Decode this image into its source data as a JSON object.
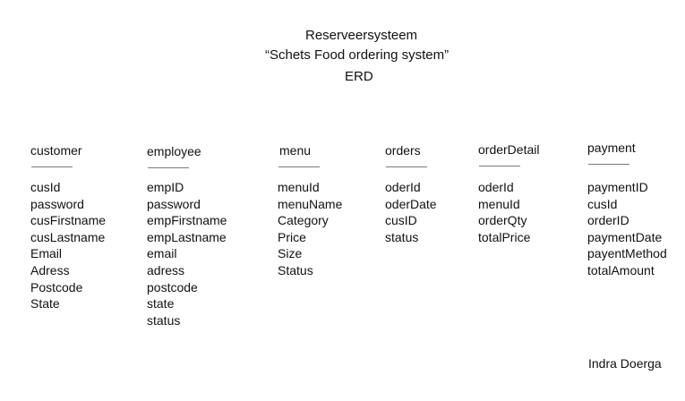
{
  "header": {
    "title": "Reserveersysteem",
    "subtitle": "“Schets Food ordering system”",
    "label": "ERD"
  },
  "entities": [
    {
      "name": "customer",
      "attributes": [
        "cusId",
        "password",
        "cusFirstname",
        "cusLastname",
        "Email",
        "Adress",
        "Postcode",
        "State"
      ]
    },
    {
      "name": "employee",
      "attributes": [
        "empID",
        "password",
        "empFirstname",
        "empLastname",
        "email",
        "adress",
        "postcode",
        "state",
        "status"
      ]
    },
    {
      "name": "menu",
      "attributes": [
        "menuId",
        "menuName",
        "Category",
        "Price",
        "Size",
        "Status"
      ]
    },
    {
      "name": "orders",
      "attributes": [
        "oderId",
        "oderDate",
        "cusID",
        "status"
      ]
    },
    {
      "name": "orderDetail",
      "attributes": [
        "oderId",
        "menuId",
        "orderQty",
        "totalPrice"
      ]
    },
    {
      "name": "payment",
      "attributes": [
        "paymentID",
        "cusId",
        "orderID",
        "paymentDate",
        "payentMethod",
        "totalAmount"
      ]
    }
  ],
  "author": "Indra Doerga"
}
